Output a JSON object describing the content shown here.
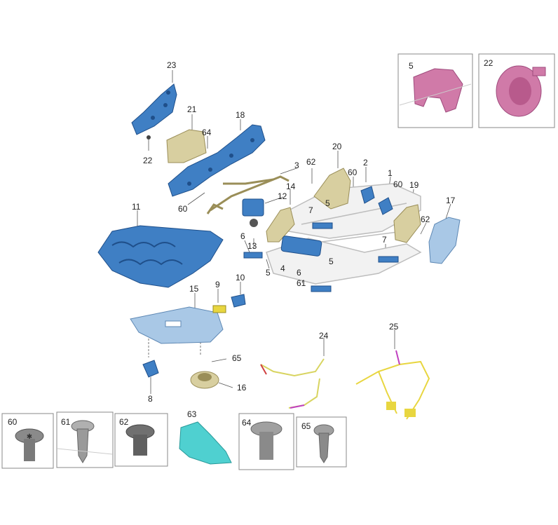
{
  "colors": {
    "blue_part": "#3f7fc4",
    "blue_dark": "#1f4f8a",
    "light_blue_plate": "#a9c8e6",
    "beige_part": "#d8cfa0",
    "beige_dark": "#9a8e58",
    "pink_part": "#d07aa8",
    "yellow_harness": "#e8d640",
    "cyan_screw": "#4fd0d0",
    "grey_screw": "#8a8a8a",
    "frame_white": "#f2f2f2",
    "frame_line": "#bdbdbd"
  },
  "callouts": {
    "c23": "23",
    "c21": "21",
    "c64": "64",
    "c22": "22",
    "c18": "18",
    "c3": "3",
    "c60a": "60",
    "c11": "11",
    "c12": "12",
    "c14": "14",
    "c62a": "62",
    "c20": "20",
    "c60b": "60",
    "c2": "2",
    "c1": "1",
    "c60c": "60",
    "c19": "19",
    "c17": "17",
    "c5a": "5",
    "c7a": "7",
    "c62b": "62",
    "c6a": "6",
    "c13": "13",
    "c4": "4",
    "c5b": "5",
    "c7b": "7",
    "c6b": "6",
    "c5c": "5",
    "c61": "61",
    "c15": "15",
    "c9": "9",
    "c10": "10",
    "c65": "65",
    "c16": "16",
    "c8": "8",
    "c24": "24",
    "c25": "25"
  },
  "insets_top": [
    {
      "label": "5",
      "icon": "bracket-clip-icon"
    },
    {
      "label": "22",
      "icon": "round-clip-icon"
    }
  ],
  "screw_insets": [
    {
      "label": "60",
      "icon": "torx-flange-screw-icon"
    },
    {
      "label": "61",
      "icon": "cross-tapping-screw-icon"
    },
    {
      "label": "62",
      "icon": "torx-flange-bolt-icon"
    },
    {
      "label": "63",
      "icon": "cyan-pin-icon"
    },
    {
      "label": "64",
      "icon": "cross-pan-screw-icon"
    },
    {
      "label": "65",
      "icon": "torx-tapping-screw-icon"
    }
  ]
}
